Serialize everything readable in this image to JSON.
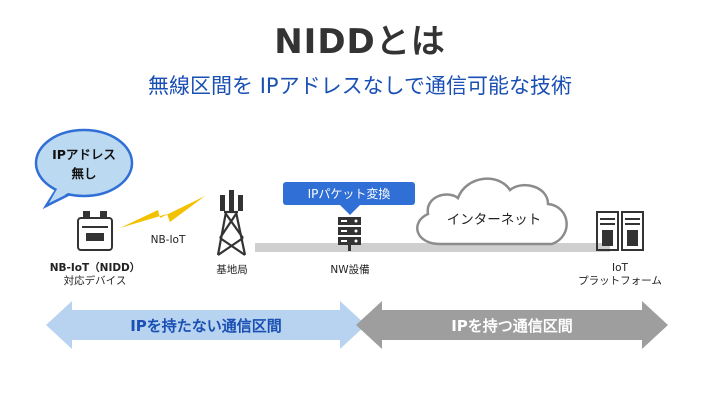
{
  "title": "NIDDとは",
  "subtitle": "無線区間を IPアドレスなしで通信可能な技術",
  "bubble": {
    "line1": "IPアドレス",
    "line2": "無し"
  },
  "ip_conversion_label": "IPパケット変換",
  "internet_label": "インターネット",
  "nbiot_link_label": "NB-IoT",
  "nodes": {
    "device": {
      "line1": "NB-IoT（NIDD）",
      "line2": "対応デバイス"
    },
    "base_station": {
      "line1": "基地局"
    },
    "nw_equipment": {
      "line1": "NW設備"
    },
    "platform": {
      "line1": "IoT",
      "line2": "プラットフォーム"
    }
  },
  "arrows": {
    "no_ip": "IPを持たない通信区間",
    "with_ip": "IPを持つ通信区間"
  },
  "colors": {
    "title": "#333333",
    "subtitle": "#1a4fb3",
    "bubble_fill": "#bcd9f2",
    "bubble_stroke": "#2f6fd6",
    "badge": "#2f6fd6",
    "left_arrow": "#b7d3f0",
    "right_arrow": "#9e9e9e",
    "lightning": "#f2c200"
  }
}
